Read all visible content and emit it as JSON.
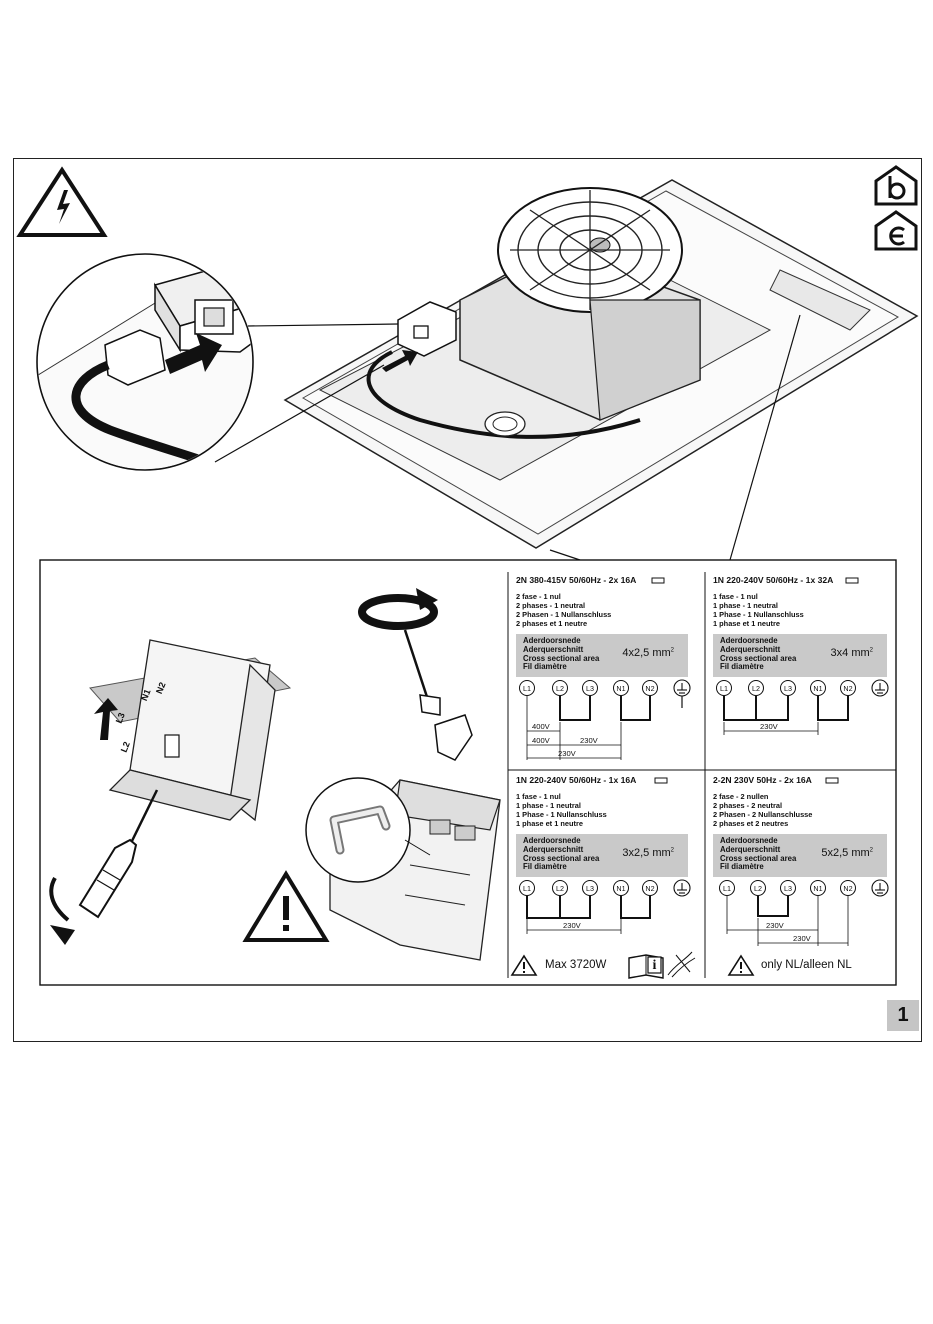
{
  "page_number": "1",
  "panels": [
    {
      "head": "2N 380-415V 50/60Hz - 2x 16A",
      "langs": [
        "2 fase - 1 nul",
        "2 phases - 1 neutral",
        "2 Phasen - 1 Nullanschluss",
        "2 phases et 1 neutre"
      ],
      "area_labels": [
        "Aderdoorsnede",
        "Aderquerschnitt",
        "Cross sectional area",
        "Fil diamètre"
      ],
      "area_value": "4x2,5 mm",
      "area_sup": "2",
      "terminals": [
        "L1",
        "L2",
        "L3",
        "N1",
        "N2"
      ],
      "voltages": [
        "400V",
        "400V",
        "230V",
        "230V"
      ]
    },
    {
      "head": "1N 220-240V 50/60Hz - 1x 32A",
      "langs": [
        "1 fase - 1 nul",
        "1 phase - 1 neutral",
        "1 Phase - 1 Nullanschluss",
        "1 phase et 1 neutre"
      ],
      "area_labels": [
        "Aderdoorsnede",
        "Aderquerschnitt",
        "Cross sectional area",
        "Fil diamètre"
      ],
      "area_value": "3x4 mm",
      "area_sup": "2",
      "terminals": [
        "L1",
        "L2",
        "L3",
        "N1",
        "N2"
      ],
      "voltages": [
        "230V"
      ]
    },
    {
      "head": "1N 220-240V 50/60Hz - 1x 16A",
      "langs": [
        "1 fase - 1 nul",
        "1 phase - 1 neutral",
        "1 Phase - 1 Nullanschluss",
        "1 phase et 1 neutre"
      ],
      "area_labels": [
        "Aderdoorsnede",
        "Aderquerschnitt",
        "Cross sectional area",
        "Fil diamètre"
      ],
      "area_value": "3x2,5 mm",
      "area_sup": "2",
      "terminals": [
        "L1",
        "L2",
        "L3",
        "N1",
        "N2"
      ],
      "voltages": [
        "230V"
      ]
    },
    {
      "head": "2-2N 230V 50Hz - 2x 16A",
      "langs": [
        "2 fase - 2 nullen",
        "2 phases - 2 neutral",
        "2 Phasen - 2 Nullanschlusse",
        "2 phases et 2 neutres"
      ],
      "area_labels": [
        "Aderdoorsnede",
        "Aderquerschnitt",
        "Cross sectional area",
        "Fil diamètre"
      ],
      "area_value": "5x2,5 mm",
      "area_sup": "2",
      "terminals": [
        "L1",
        "L2",
        "L3",
        "N1",
        "N2"
      ],
      "voltages": [
        "230V",
        "230V"
      ]
    }
  ],
  "notes": {
    "max_power": "Max 3720W",
    "nl_only": "only NL/alleen NL"
  },
  "board_labels": [
    "N2",
    "N1",
    "L3",
    "L2"
  ],
  "info_icon_letter": "i"
}
